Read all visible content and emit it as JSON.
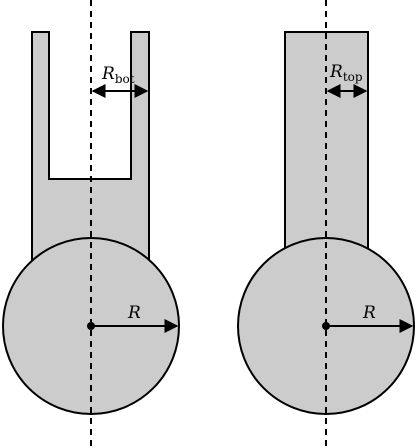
{
  "left_figure": {
    "inner_radius_label": "R",
    "inner_radius_subscript": "bot",
    "ball_radius_label": "R"
  },
  "right_figure": {
    "rod_radius_label": "R",
    "rod_radius_subscript": "top",
    "ball_radius_label": "R"
  },
  "colors": {
    "fill": "#cccccc",
    "stroke": "#000000"
  }
}
